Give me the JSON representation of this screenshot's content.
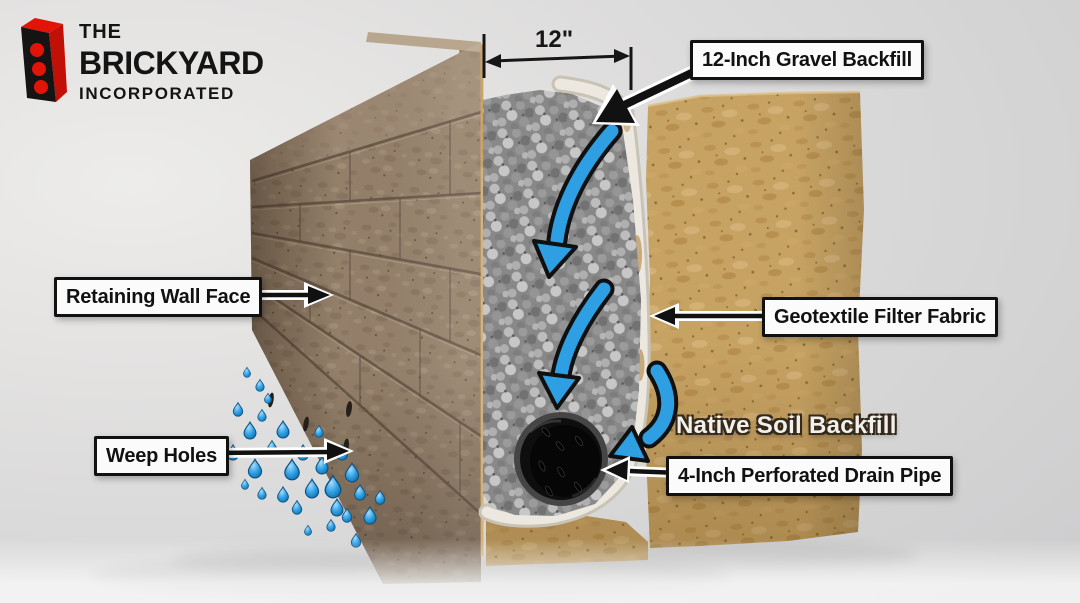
{
  "brand": {
    "the": "THE",
    "name": "BRICKYARD",
    "suffix": "INCORPORATED",
    "icon": "brick-icon"
  },
  "callouts": {
    "gravel_backfill": "12-Inch Gravel Backfill",
    "retaining_wall_face": "Retaining Wall Face",
    "geotextile_filter_fabric": "Geotextile Filter Fabric",
    "weep_holes": "Weep Holes",
    "native_soil_backfill": "Native Soil Backfill",
    "drain_pipe": "4-Inch Perforated Drain Pipe",
    "gravel_width_dimension": "12\""
  },
  "icons": {
    "water_flow": "curved-blue-arrow-down",
    "droplets": "water-droplet",
    "logo": "brick-icon"
  },
  "colors": {
    "accent_blue": "#2d9fe2",
    "brick_red": "#df1307",
    "label_bg": "#fbfbfb",
    "label_border": "#111111",
    "wall_brown": "#94806a",
    "soil_tan": "#c6a263",
    "gravel_gray": "#8f8f8f",
    "fabric_white": "#ebe7df"
  }
}
